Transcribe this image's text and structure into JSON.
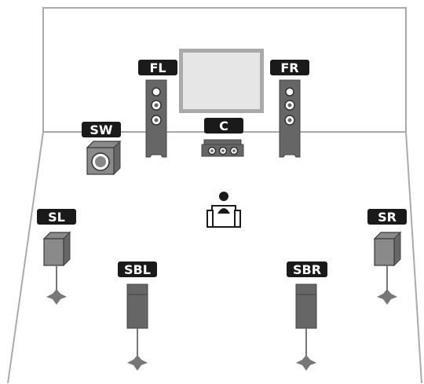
{
  "speakers": {
    "fl": "FL",
    "fr": "FR",
    "c": "C",
    "sw": "SW",
    "sl": "SL",
    "sr": "SR",
    "sbl": "SBL",
    "sbr": "SBR"
  },
  "colors": {
    "label_bg": "#1a1a1a",
    "label_text": "#ffffff",
    "speaker": "#666666",
    "room_outline": "#aaaaaa",
    "tv_frame": "#aaaaaa",
    "tv_screen": "#e6e6e6"
  }
}
